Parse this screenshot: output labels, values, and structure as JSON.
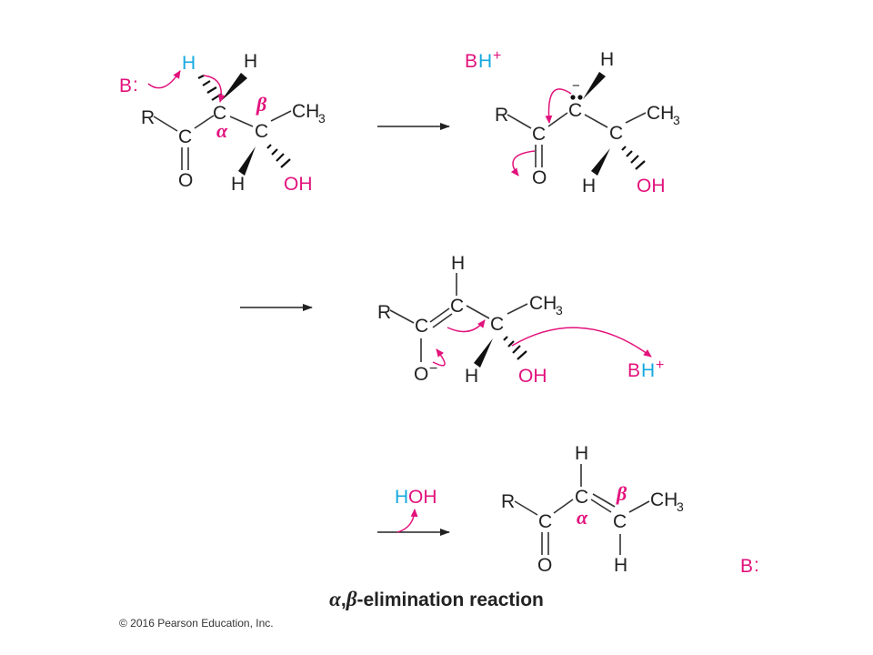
{
  "labels": {
    "base": "B",
    "colon": ":",
    "h": "H",
    "c": "C",
    "r": "R",
    "o": "O",
    "o_minus": "O",
    "minus": "−",
    "ch3": "CH",
    "sub3": "3",
    "oh": "OH",
    "bh_b": "B",
    "bh_h": "H",
    "plus": "+",
    "water_h": "H",
    "water_oh": "OH",
    "alpha": "α",
    "beta": "β"
  },
  "caption": {
    "alpha": "α",
    "comma": ",",
    "beta": "β",
    "text": "-elimination reaction"
  },
  "copyright": "© 2016 Pearson Education, Inc.",
  "colors": {
    "magenta": "#e2127c",
    "cyan": "#16a9e0",
    "black": "#222222"
  }
}
